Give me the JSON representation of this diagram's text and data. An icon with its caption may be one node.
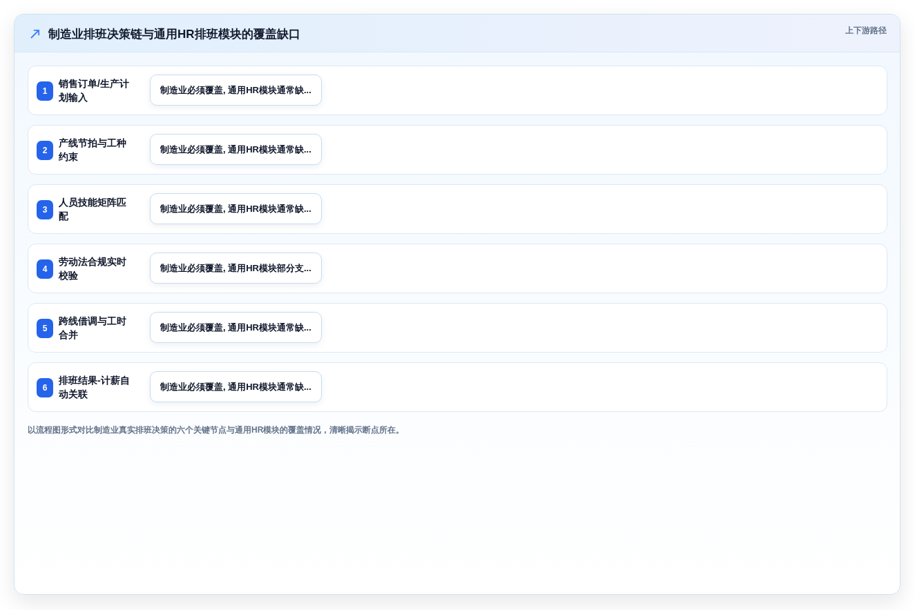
{
  "diagram": {
    "title": "制造业排班决策链与通用HR排班模块的覆盖缺口",
    "nodes": [
      {
        "text": [
          "销售订单/生产计划输入"
        ]
      },
      {
        "text": [
          "1"
        ],
        "in": 0
      },
      {
        "text": [
          "制造业必须覆盖, 通用HR模块通常缺..."
        ],
        "in": 0
      },
      {
        "text": [
          "产线节拍与工种约束"
        ]
      },
      {
        "text": [
          "2"
        ],
        "in": 3
      },
      {
        "text": [
          "制造业必须覆盖, 通用HR模块通常缺..."
        ],
        "in": 3
      },
      {
        "text": [
          "人员技能矩阵匹配"
        ]
      },
      {
        "text": [
          "3"
        ],
        "in": 6
      },
      {
        "text": [
          "制造业必须覆盖, 通用HR模块通常缺..."
        ],
        "in": 6
      },
      {
        "text": [
          "劳动法合规实时校验"
        ]
      },
      {
        "text": [
          "4"
        ],
        "in": 9
      },
      {
        "text": [
          "制造业必须覆盖, 通用HR模块部分支..."
        ],
        "in": 9
      },
      {
        "text": [
          "跨线借调与工时合并"
        ]
      },
      {
        "text": [
          "5"
        ],
        "in": 12
      },
      {
        "text": [
          "制造业必须覆盖, 通用HR模块通常缺..."
        ],
        "in": 12
      },
      {
        "text": [
          "排班结果-计薪自动关联"
        ]
      },
      {
        "text": [
          "6"
        ],
        "in": 15
      },
      {
        "text": [
          "制造业必须覆盖, 通用HR模块通常缺..."
        ],
        "in": 15
      }
    ],
    "labels": [
      "上下游路径"
    ],
    "caption": "以流程图形式对比制造业真实排班决策的六个关键节点与通用HR模块的覆盖情况，清晰揭示断点所在。"
  }
}
